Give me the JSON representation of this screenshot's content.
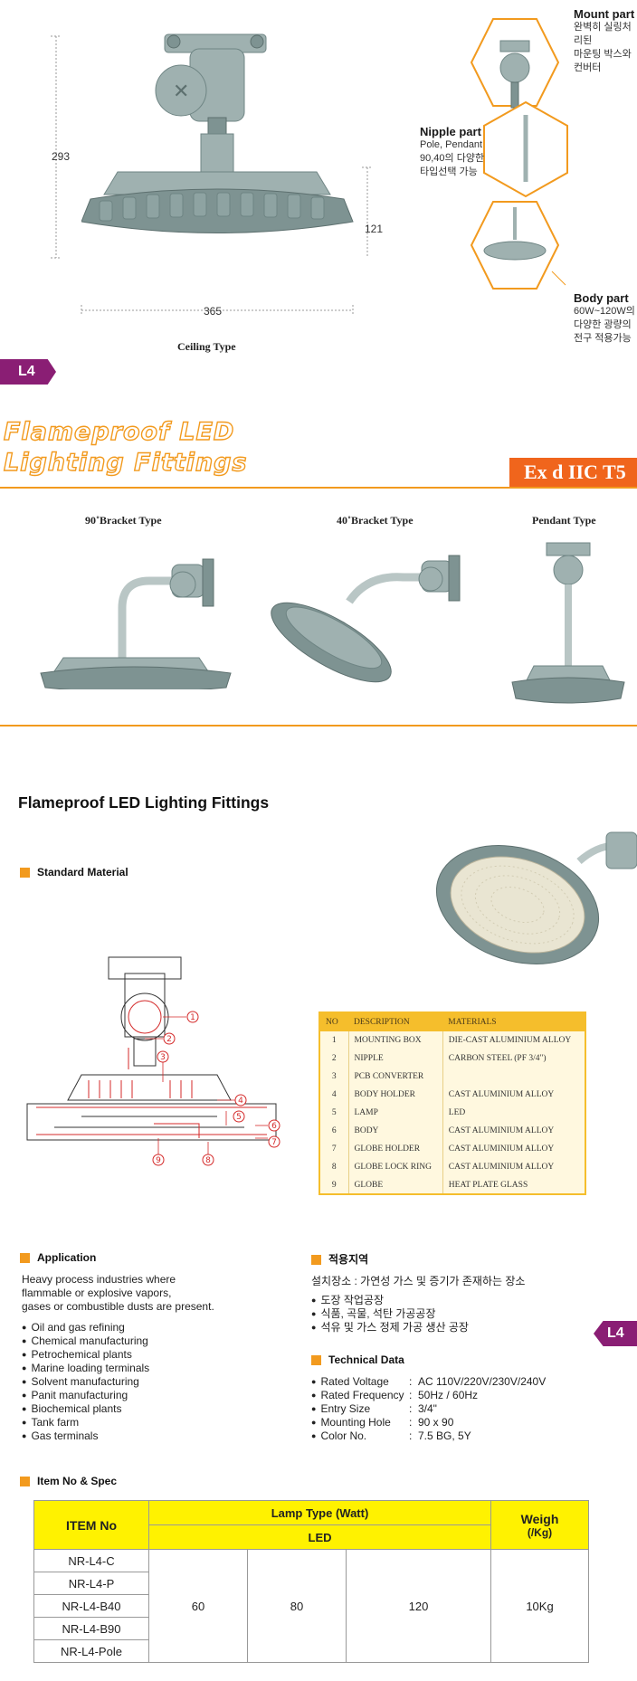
{
  "hero": {
    "dim_height_total": "293",
    "dim_height_body": "121",
    "dim_width": "365",
    "caption": "Ceiling Type"
  },
  "callouts": [
    {
      "title": "Mount part",
      "lines": [
        "완벽히 실링처리된",
        "마운팅 박스와",
        "컨버터"
      ]
    },
    {
      "title": "Nipple part",
      "lines": [
        "Pole, Pendant",
        "90,40의 다양한",
        "타입선택 가능"
      ]
    },
    {
      "title": "Body part",
      "lines": [
        "60W~120W의",
        "다양한 광량의",
        "전구 적용가능"
      ]
    }
  ],
  "tab_label": "L4",
  "banner": {
    "title_line1": "Flameproof LED",
    "title_line2": "Lighting Fittings",
    "rating": "Ex d IIC T5"
  },
  "variants": [
    {
      "label": "90˚Bracket Type"
    },
    {
      "label": "40˚Bracket Type"
    },
    {
      "label": "Pendant Type"
    }
  ],
  "page_title": "Flameproof LED Lighting Fittings",
  "standard_material": {
    "heading": "Standard Material",
    "callout_numbers": [
      "1",
      "2",
      "3",
      "4",
      "5",
      "6",
      "7",
      "8",
      "9"
    ],
    "table": {
      "headers": [
        "NO",
        "DESCRIPTION",
        "MATERIALS"
      ],
      "rows": [
        [
          "1",
          "MOUNTING BOX",
          "DIE-CAST ALUMINIUM ALLOY"
        ],
        [
          "2",
          "NIPPLE",
          "CARBON STEEL (PF 3/4\")"
        ],
        [
          "3",
          "PCB CONVERTER",
          ""
        ],
        [
          "4",
          "BODY HOLDER",
          "CAST ALUMINIUM ALLOY"
        ],
        [
          "5",
          "LAMP",
          "LED"
        ],
        [
          "6",
          "BODY",
          "CAST ALUMINIUM ALLOY"
        ],
        [
          "7",
          "GLOBE HOLDER",
          "CAST ALUMINIUM ALLOY"
        ],
        [
          "8",
          "GLOBE LOCK RING",
          "CAST ALUMINIUM ALLOY"
        ],
        [
          "9",
          "GLOBE",
          "HEAT PLATE GLASS"
        ]
      ]
    }
  },
  "application": {
    "heading": "Application",
    "intro_lines": [
      "Heavy process industries where",
      "flammable or explosive vapors,",
      "gases or combustible dusts are present."
    ],
    "items": [
      "Oil and gas refining",
      "Chemical manufacturing",
      "Petrochemical plants",
      "Marine loading terminals",
      "Solvent manufacturing",
      "Panit manufacturing",
      "Biochemical plants",
      "Tank farm",
      "Gas terminals"
    ]
  },
  "korean_area": {
    "heading": "적용지역",
    "intro": "설치장소 : 가연성 가스 및 증기가 존재하는 장소",
    "items": [
      "도장 작업공장",
      "식품, 곡물, 석탄 가공공장",
      "석유 및 가스 정제 가공 생산 공장"
    ]
  },
  "technical": {
    "heading": "Technical Data",
    "rows": [
      {
        "key": "Rated Voltage",
        "value": "AC 110V/220V/230V/240V"
      },
      {
        "key": "Rated Frequency",
        "value": "50Hz / 60Hz"
      },
      {
        "key": "Entry Size",
        "value": "3/4\""
      },
      {
        "key": "Mounting Hole",
        "value": "90 x 90"
      },
      {
        "key": "Color No.",
        "value": "7.5 BG, 5Y"
      }
    ]
  },
  "spec": {
    "heading": "Item No & Spec",
    "col_item": "ITEM No",
    "col_lamp": "Lamp Type (Watt)",
    "col_led": "LED",
    "col_weight_line1": "Weigh",
    "col_weight_line2": "(/Kg)",
    "items": [
      "NR-L4-C",
      "NR-L4-P",
      "NR-L4-B40",
      "NR-L4-B90",
      "NR-L4-Pole"
    ],
    "watts": [
      "60",
      "80",
      "120"
    ],
    "weight": "10Kg"
  },
  "colors": {
    "accent": "#f29a1e",
    "tab": "#8a1e74",
    "table_header": "#f5be2c",
    "spec_header": "#fff200"
  }
}
